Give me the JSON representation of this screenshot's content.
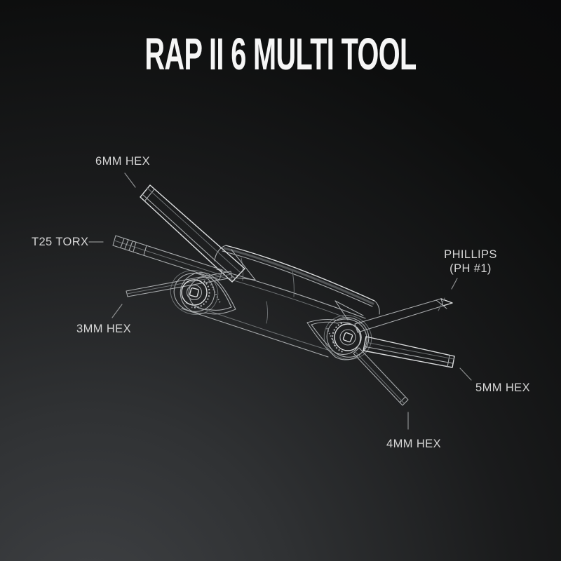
{
  "title": {
    "text": "RAP II 6 MULTI TOOL"
  },
  "callouts": {
    "hex6": {
      "label": "6MM HEX"
    },
    "torx": {
      "label": "T25 TORX"
    },
    "hex3": {
      "label": "3MM HEX"
    },
    "phillips": {
      "line1": "PHILLIPS",
      "line2": "(PH #1)"
    },
    "hex5": {
      "label": "5MM HEX"
    },
    "hex4": {
      "label": "4MM HEX"
    }
  },
  "illustration": {
    "subject": "Folding bicycle multi tool shown open, white wireframe line art on dark gradient",
    "tools": [
      "6MM HEX",
      "T25 TORX",
      "3MM HEX",
      "PHILLIPS (PH #1)",
      "5MM HEX",
      "4MM HEX"
    ]
  },
  "colors": {
    "background_dark": "#0a0a0b",
    "background_light": "#3f4144",
    "line": "#a9acae",
    "line_bright": "#dcdedf",
    "title_text": "#f6f6f6",
    "label_text": "#d6d6d6",
    "leader_line": "#8d8f90"
  }
}
